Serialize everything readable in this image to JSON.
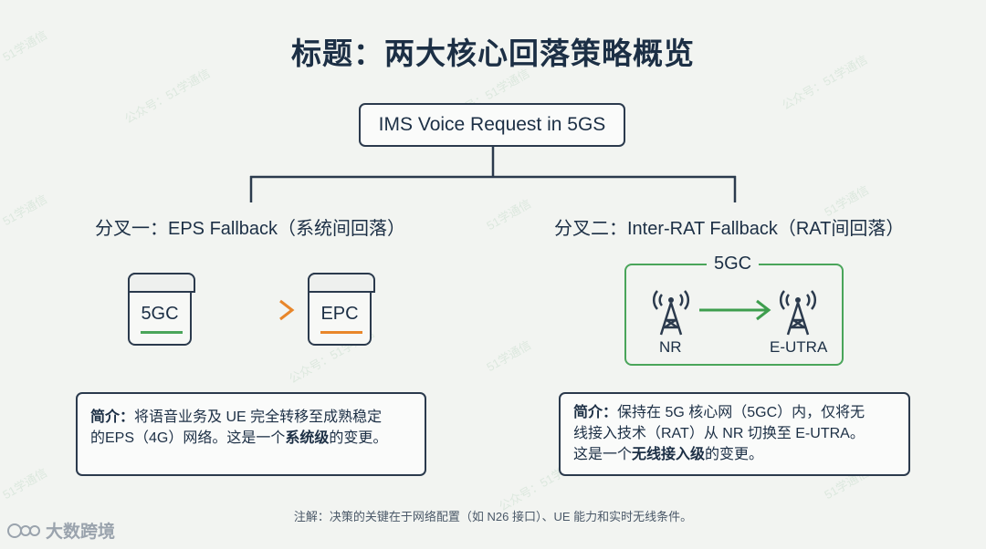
{
  "title": "标题：两大核心回落策略概览",
  "root": "IMS Voice Request in 5GS",
  "branch1": {
    "title": "分叉一：EPS Fallback（系统间回落）",
    "source_node": "5GC",
    "target_node": "EPC",
    "desc_prefix": "简介：",
    "desc_line1": "将语音业务及 UE 完全转移至成熟稳定",
    "desc_line2a": "的EPS（4G）网络。这是一个",
    "desc_bold": "系统级",
    "desc_line2b": "的变更。"
  },
  "branch2": {
    "title": "分叉二：Inter-RAT Fallback（RAT间回落）",
    "frame_label": "5GC",
    "source_node": "NR",
    "target_node": "E-UTRA",
    "desc_prefix": "简介：",
    "desc_line1": "保持在 5G 核心网（5GC）内，仅将无",
    "desc_line2": "线接入技术（RAT）从 NR 切换至 E-UTRA。",
    "desc_line3a": "这是一个",
    "desc_bold": "无线接入级",
    "desc_line3b": "的变更。"
  },
  "note": "注解：决策的关键在于网络配置（如 N26 接口）、UE 能力和实时无线条件。",
  "watermarks": [
    "51学通信",
    "公众号：51学通信"
  ],
  "logo_text": "大数跨境",
  "colors": {
    "dark": "#2b3a4d",
    "green": "#4aa55a",
    "orange": "#e8862a"
  }
}
